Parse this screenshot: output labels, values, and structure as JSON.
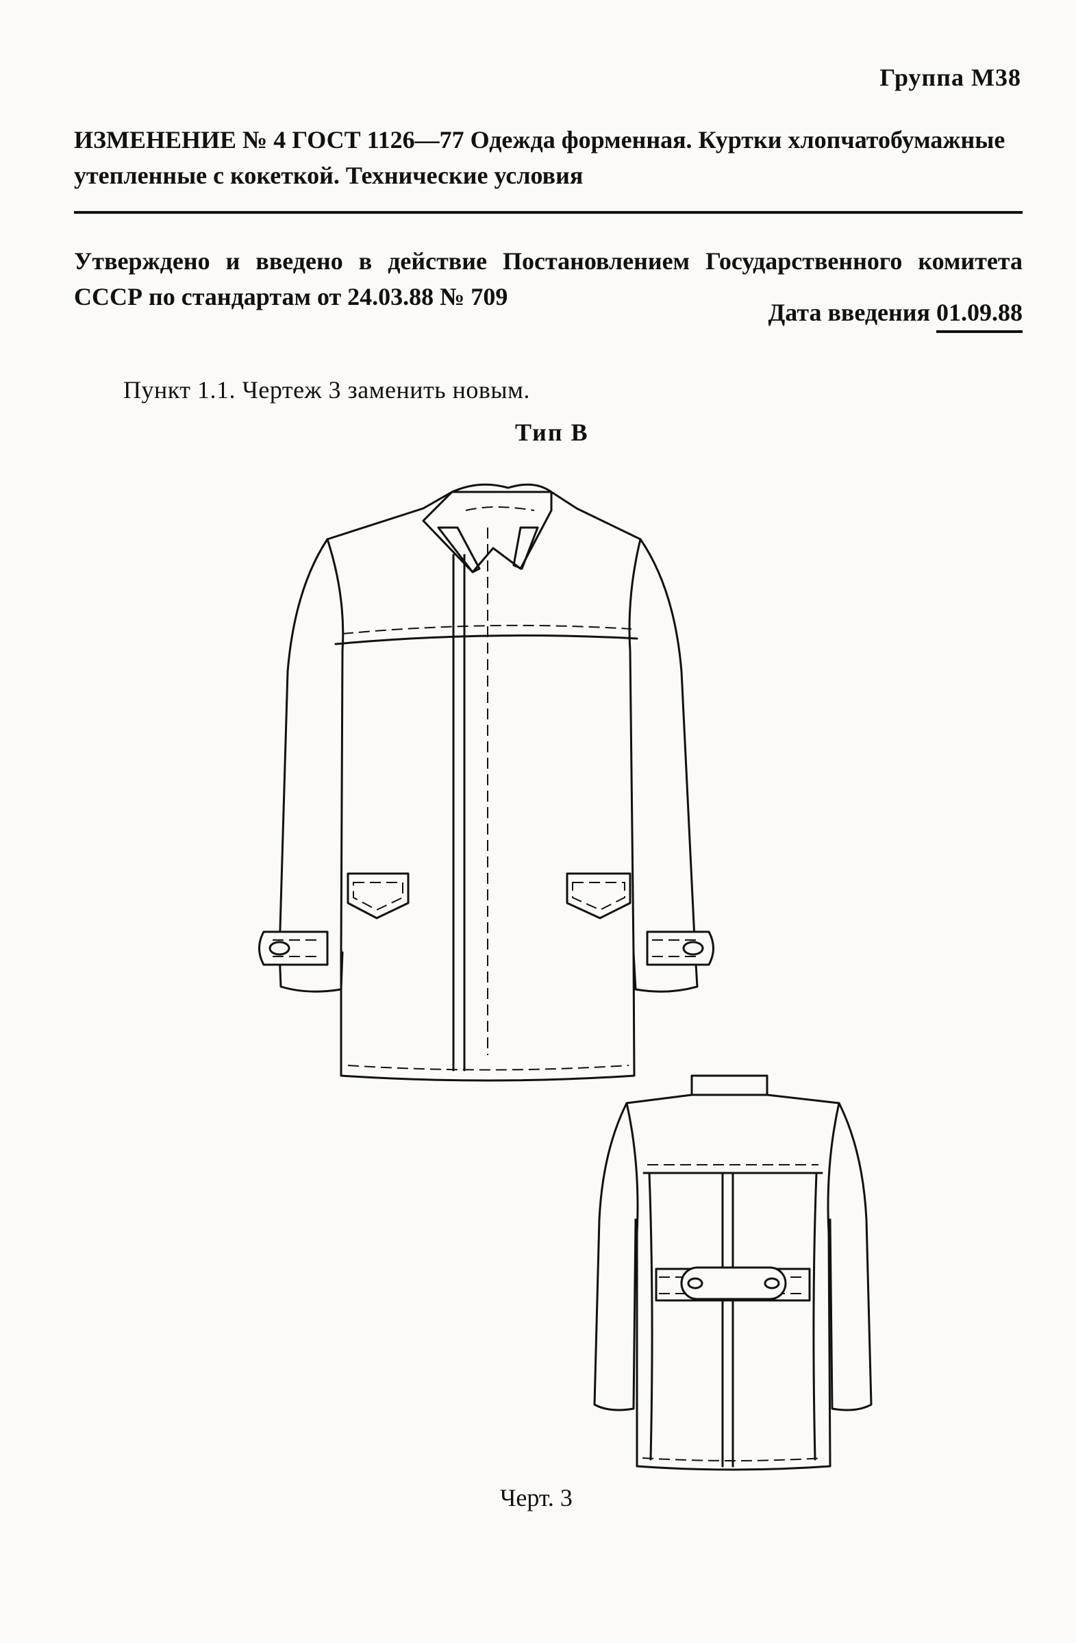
{
  "header": {
    "group": "Группа М38"
  },
  "title": "ИЗМЕНЕНИЕ № 4 ГОСТ 1126—77 Одежда форменная. Куртки хлопчатобумажные утепленные с кокеткой. Технические условия",
  "approval": "Утверждено и введено в действие Постановлением Государственного комитета СССР по стандартам от 24.03.88 № 709",
  "effective_date": {
    "label": "Дата введения",
    "value": "01.09.88"
  },
  "clause": "Пункт 1.1. Чертеж 3 заменить новым.",
  "figure": {
    "type_label": "Тип В",
    "caption": "Черт. 3"
  }
}
